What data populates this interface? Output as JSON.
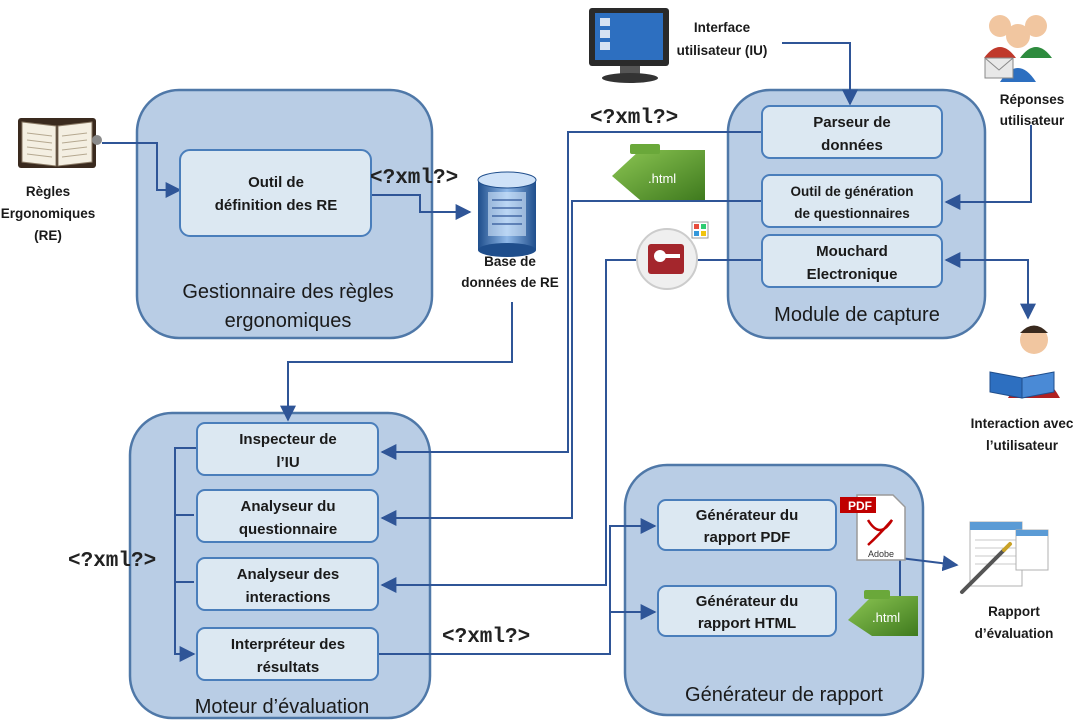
{
  "colors": {
    "module_fill": "#b9cde5",
    "module_stroke": "#4f78a8",
    "box_fill": "#dce8f2",
    "box_stroke": "#4a7ebb",
    "arrow": "#2f5597",
    "html_icon": "#5e9e35",
    "pdf_red": "#c00000"
  },
  "modules": {
    "gestionnaire": "Gestionnaire des règles ergonomiques",
    "capture": "Module de capture",
    "moteur": "Moteur d’évaluation",
    "generateur": "Générateur de rapport"
  },
  "boxes": {
    "outil_def": [
      "Outil de",
      "définition des RE"
    ],
    "parseur": [
      "Parseur de",
      "données"
    ],
    "outil_gen": [
      "Outil de génération",
      "de questionnaires"
    ],
    "mouchard": [
      "Mouchard",
      "Electronique"
    ],
    "inspecteur": [
      "Inspecteur de",
      "l’IU"
    ],
    "analyseur_q": [
      "Analyseur du",
      "questionnaire"
    ],
    "analyseur_i": [
      "Analyseur des",
      "interactions"
    ],
    "interpreteur": [
      "Interpréteur des",
      "résultats"
    ],
    "gen_pdf": [
      "Générateur du",
      "rapport PDF"
    ],
    "gen_html": [
      "Générateur du",
      "rapport HTML"
    ]
  },
  "external": {
    "regles": [
      "Règles",
      "Ergonomiques",
      "(RE)"
    ],
    "base": [
      "Base de",
      "données de RE"
    ],
    "interface": [
      "Interface",
      "utilisateur (IU)"
    ],
    "reponses": [
      "Réponses",
      "utilisateur"
    ],
    "interaction": [
      "Interaction avec",
      "l’utilisateur"
    ],
    "rapport": [
      "Rapport",
      "d’évaluation"
    ]
  },
  "xml_tags": {
    "top_left": "<?xml?>",
    "top_right": "<?xml?>",
    "left": "<?xml?>",
    "bottom": "<?xml?>"
  },
  "file_labels": {
    "html_top": ".html",
    "html_bottom": ".html",
    "pdf": "PDF",
    "adobe": "Adobe"
  },
  "icons": [
    "book-icon",
    "database-icon",
    "monitor-icon",
    "users-icon",
    "user-reading-icon",
    "report-icon",
    "html-file-icon",
    "access-icon",
    "pdf-file-icon"
  ]
}
